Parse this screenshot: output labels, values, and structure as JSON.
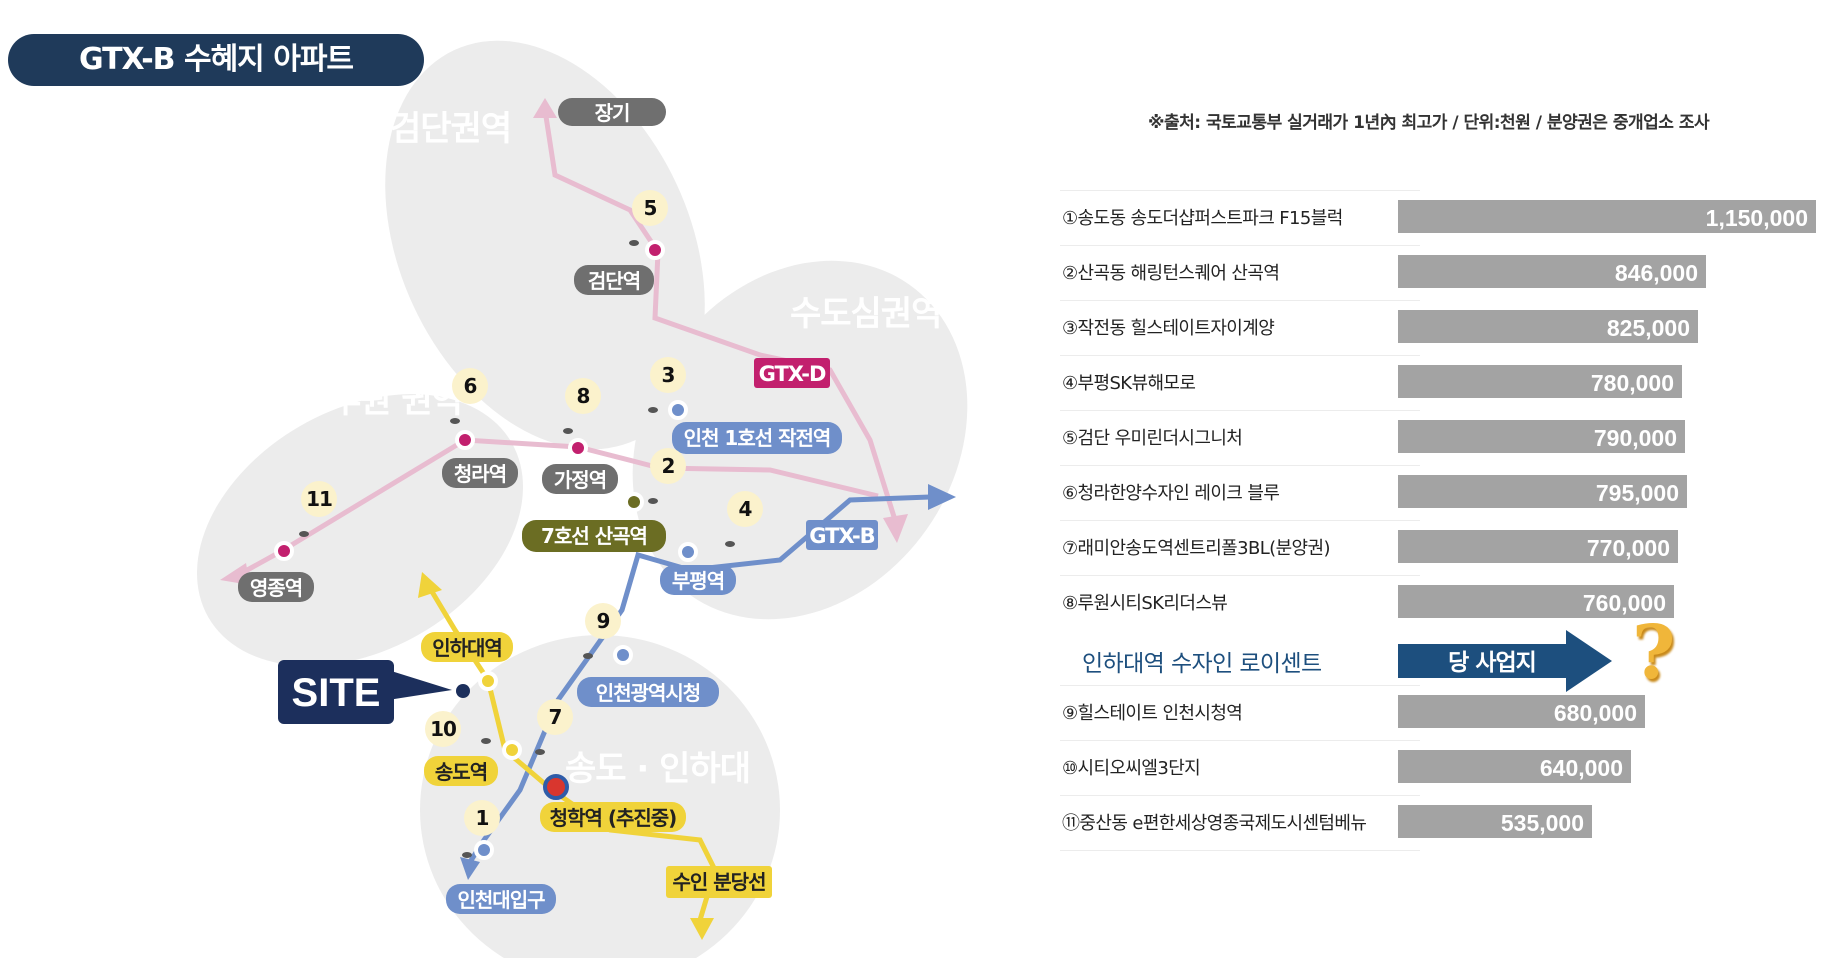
{
  "title": "GTX-B 수혜지 아파트",
  "source_note": "※출처: 국토교통부 실거래가 1년內 최고가 / 단위:천원 / 분양권은 중개업소 조사",
  "map": {
    "regions": [
      "검단권역",
      "수도심권역",
      "루원 권역",
      "송도 · 인하대"
    ],
    "lines": {
      "gtx_d": "GTX-D",
      "gtx_b": "GTX-B",
      "line7": "7호선 산곡역",
      "line1": "인천 1호선 작전역",
      "suin": "수인 분당선"
    },
    "stations": {
      "janggi": "장기",
      "geomdan": "검단역",
      "cheongna": "청라역",
      "gajeong": "가정역",
      "yeongjong": "영종역",
      "bupyeong": "부평역",
      "incheon_city_hall": "인천광역시청",
      "inha_univ": "인하대역",
      "songdo": "송도역",
      "cheonghak": "청학역 (추진중)",
      "incheon_univ": "인천대입구"
    },
    "site": "SITE",
    "markers": [
      "1",
      "2",
      "3",
      "4",
      "5",
      "6",
      "7",
      "8",
      "9",
      "10",
      "11"
    ]
  },
  "apartments": [
    {
      "label": "①송도동 송도더샵퍼스트파크 F15블럭",
      "value": "1,150,000",
      "amount": 1150000
    },
    {
      "label": "②산곡동 해링턴스퀘어 산곡역",
      "value": "846,000",
      "amount": 846000
    },
    {
      "label": "③작전동 힐스테이트자이계양",
      "value": "825,000",
      "amount": 825000
    },
    {
      "label": "④부평SK뷰해모로",
      "value": "780,000",
      "amount": 780000
    },
    {
      "label": "⑤검단 우미린더시그니처",
      "value": "790,000",
      "amount": 790000
    },
    {
      "label": "⑥청라한양수자인 레이크 블루",
      "value": "795,000",
      "amount": 795000
    },
    {
      "label": "⑦래미안송도역센트리폴3BL(분양권)",
      "value": "770,000",
      "amount": 770000
    },
    {
      "label": "⑧루원시티SK리더스뷰",
      "value": "760,000",
      "amount": 760000
    }
  ],
  "highlight": {
    "label": "인하대역 수자인 로이센트",
    "arrow_text": "당 사업지",
    "question": "?"
  },
  "apartments_after": [
    {
      "label": "⑨힐스테이트 인천시청역",
      "value": "680,000",
      "amount": 680000
    },
    {
      "label": "⑩시티오씨엘3단지",
      "value": "640,000",
      "amount": 640000
    },
    {
      "label": "⑪중산동 e편한세상영종국제도시센텀베뉴",
      "value": "535,000",
      "amount": 535000
    }
  ],
  "colors": {
    "title_bg": "#1f3a5a",
    "bar": "#a3a3a3",
    "gtx_d": "#c2206e",
    "gtx_b": "#6f8fca",
    "line7": "#6b6d23",
    "suin": "#f0d33a",
    "highlight_arrow": "#1d4f7e",
    "site": "#1c2f5c"
  }
}
